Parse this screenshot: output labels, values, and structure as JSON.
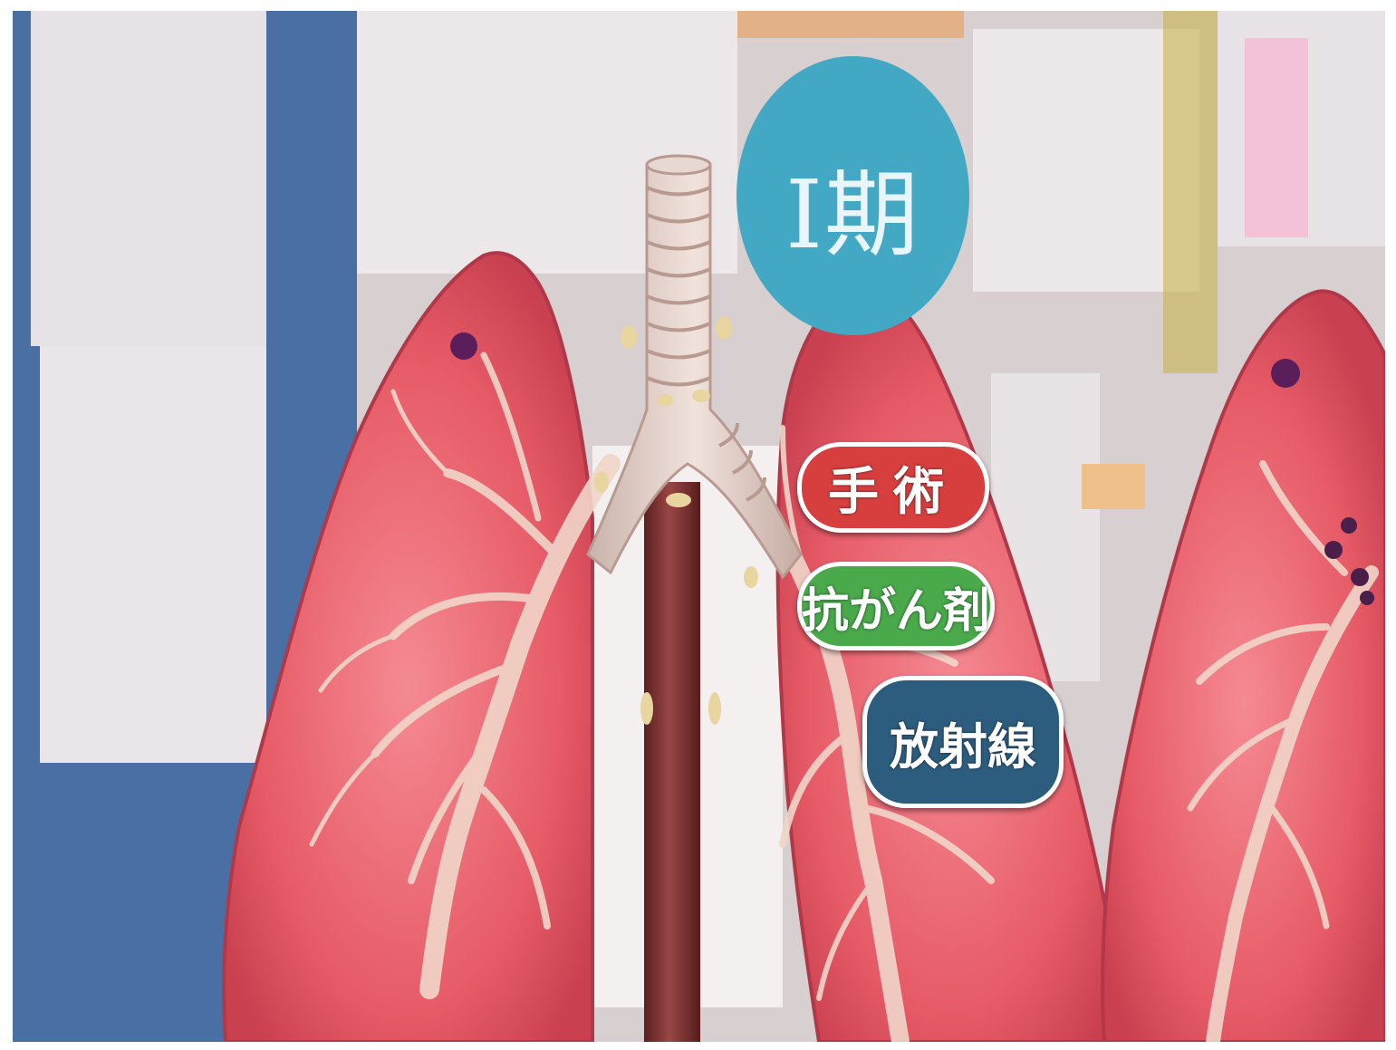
{
  "image": {
    "description_tag": "lung-cancer-stage-illustration",
    "stage_badge": {
      "label": "Ⅰ期",
      "color": "#43a8c3"
    },
    "treatments": [
      {
        "label": "手術",
        "color": "#d73f3f"
      },
      {
        "label": "抗がん剤",
        "color": "#49a94b"
      },
      {
        "label": "放射線",
        "color": "#2d5d7e"
      }
    ],
    "colors": {
      "lung": "#e8525f",
      "bronchi": "#f1d6c9",
      "background_board": "#4a6fa5",
      "paper": "#eeeaec"
    }
  }
}
